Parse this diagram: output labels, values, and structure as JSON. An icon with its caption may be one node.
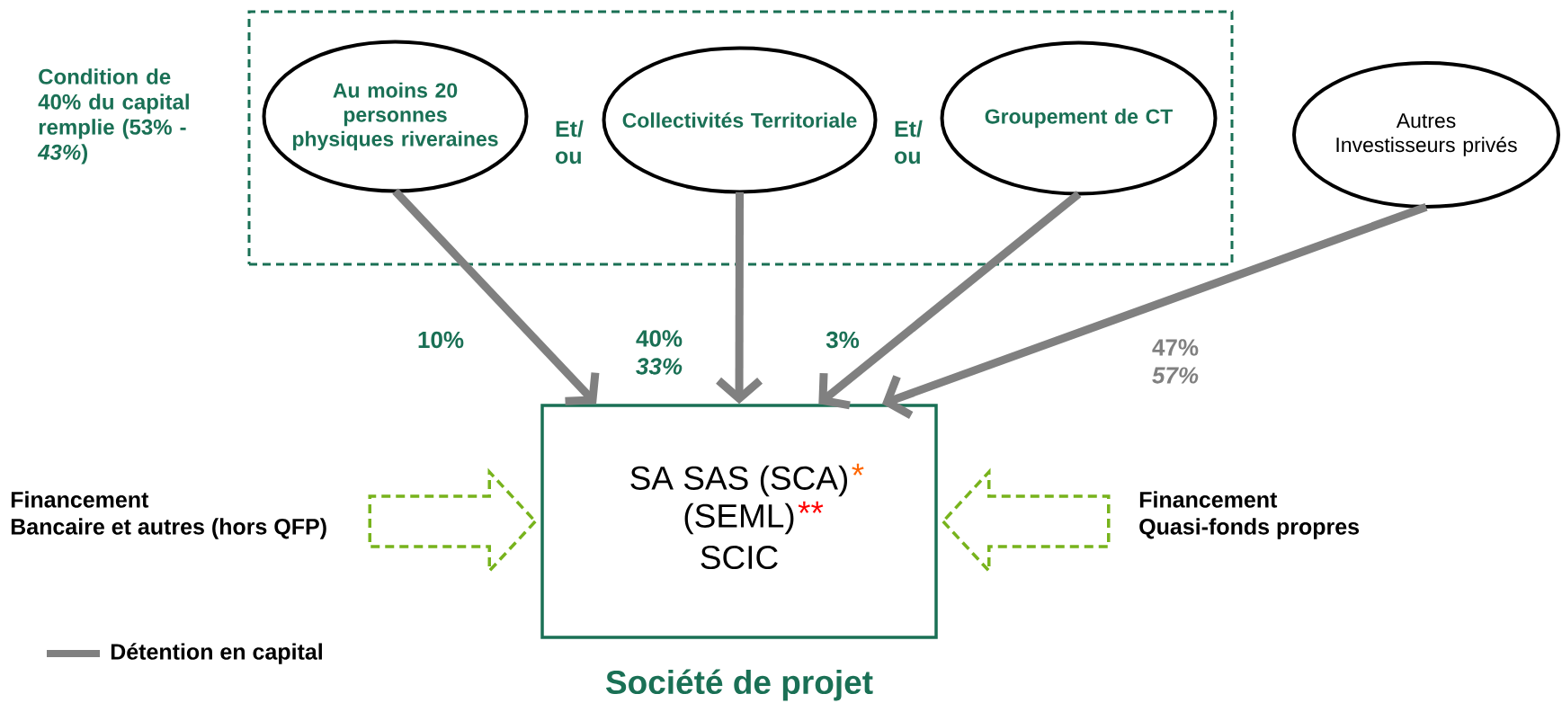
{
  "diagram": {
    "nodes": [
      {
        "text": [
          "Condition de 40% du capital remplie (53% - *43%*)"
        ]
      },
      {
        "text": [
          "Au moins 20 personnes physiques riveraines"
        ],
        "in": 0
      },
      {
        "text": [
          "Collectivités Territoriale"
        ],
        "in": 0
      },
      {
        "text": [
          "Groupement de CT"
        ],
        "in": 0
      },
      {
        "text": [
          "Autres Investisseurs privés"
        ]
      },
      {
        "text": [
          "SA  SAS (SCA)",
          "(SEML)",
          "SCIC"
        ],
        "beside": [
          "Société de projet"
        ]
      },
      {
        "text": [
          "Financement",
          "Bancaire et autres (hors QFP)"
        ]
      },
      {
        "text": [
          "Financement",
          "Quasi-fonds propres"
        ]
      }
    ],
    "edges": [
      {
        "from": 1,
        "to": 5,
        "arrow": "to",
        "label": "10%"
      },
      {
        "from": 2,
        "to": 5,
        "arrow": "to",
        "label": "40% *33%*"
      },
      {
        "from": 3,
        "to": 5,
        "arrow": "to",
        "label": "3%"
      },
      {
        "from": 4,
        "to": 5,
        "arrow": "to",
        "label": "47% *57%*"
      },
      {
        "from": 6,
        "to": 5,
        "arrow": "to",
        "style": "dashed",
        "color": "#77b31c"
      },
      {
        "from": 7,
        "to": 5,
        "arrow": "to",
        "style": "dashed",
        "color": "#77b31c"
      }
    ],
    "labels": [
      "Et/ ou",
      "Et/ ou",
      "*",
      "**"
    ],
    "legend": [
      {
        "text": "Détention en capital"
      }
    ]
  }
}
